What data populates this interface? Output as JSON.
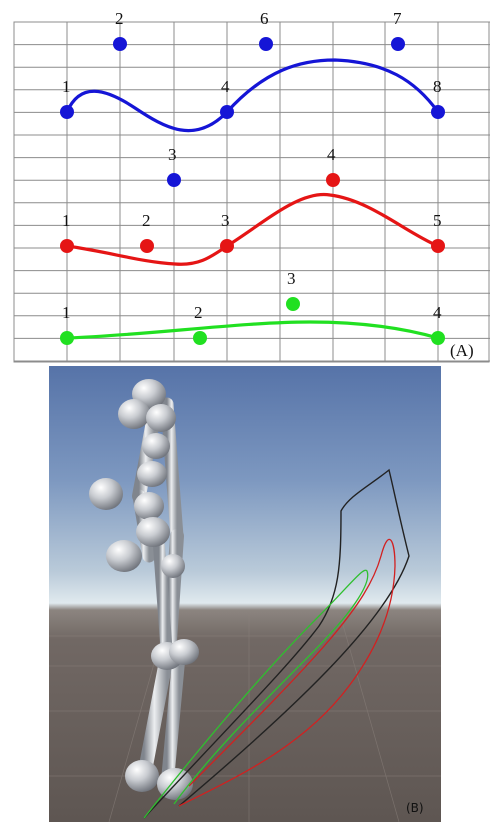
{
  "panel_a": {
    "label": "(A)",
    "colors": {
      "grid": "#8c8c8c",
      "blue": "#1515d6",
      "red": "#e51515",
      "green": "#21e021"
    },
    "blue_points": [
      {
        "id": "1",
        "on_curve": true
      },
      {
        "id": "2",
        "on_curve": false
      },
      {
        "id": "4",
        "on_curve": true
      },
      {
        "id": "6",
        "on_curve": false
      },
      {
        "id": "7",
        "on_curve": false
      },
      {
        "id": "8",
        "on_curve": true
      }
    ],
    "red_points": [
      {
        "id": "1",
        "on_curve": true
      },
      {
        "id": "2",
        "on_curve": false
      },
      {
        "id": "3",
        "on_curve": true
      },
      {
        "id": "4",
        "on_curve": false
      },
      {
        "id": "5",
        "on_curve": true
      }
    ],
    "green_points": [
      {
        "id": "1",
        "on_curve": true
      },
      {
        "id": "2",
        "on_curve": false
      },
      {
        "id": "3",
        "on_curve": false
      },
      {
        "id": "4",
        "on_curve": true
      }
    ]
  },
  "panel_b": {
    "label": "(B)",
    "colors": {
      "sky_top": "#5b7bb0",
      "horizon": "#d8e4ea",
      "ground": "#6e6560",
      "bone": "#c8cbd0",
      "black_curve": "#222222",
      "red_curve": "#d22020",
      "green_curve": "#2fbf2f"
    }
  }
}
